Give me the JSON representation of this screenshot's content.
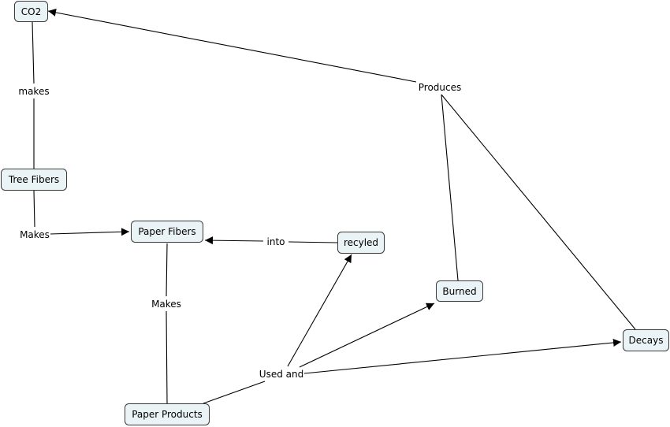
{
  "concepts": {
    "co2": "CO2",
    "tree_fibers": "Tree Fibers",
    "paper_fibers": "Paper Fibers",
    "recyled": "recyled",
    "burned": "Burned",
    "decays": "Decays",
    "paper_products": "Paper Products"
  },
  "links": {
    "makes_co2": "makes",
    "makes_fibers": "Makes",
    "into": "into",
    "makes_products": "Makes",
    "produces": "Produces",
    "used_and": "Used and"
  },
  "colors": {
    "node_fill": "#eaf3f5",
    "node_border": "#3a3a3a",
    "line": "#000000"
  }
}
